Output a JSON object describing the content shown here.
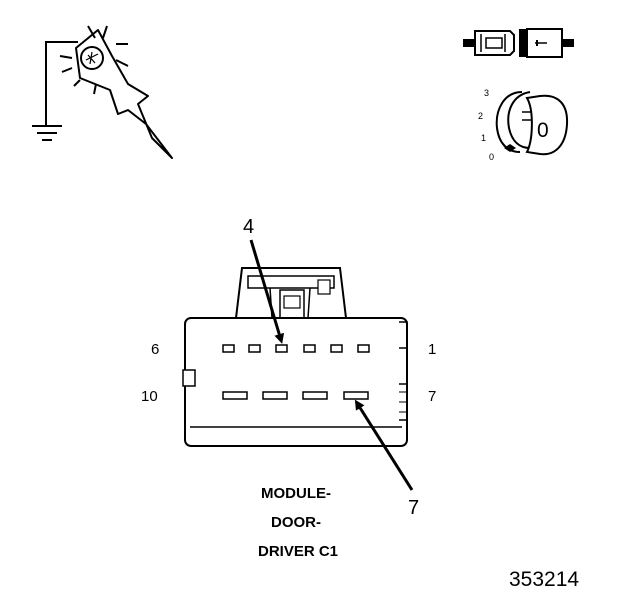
{
  "probe_symbol": {
    "icon": "test-light-probe-icon"
  },
  "connector_symbol": {
    "icon": "disconnected-connector-icon"
  },
  "ignition_symbol": {
    "icon": "ignition-key-icon",
    "positions": [
      "3",
      "2",
      "1",
      "0"
    ],
    "key_label": "0"
  },
  "connector": {
    "pin_labels": {
      "top_left": "6",
      "top_right": "1",
      "bottom_left": "10",
      "bottom_right": "7"
    },
    "callouts": [
      "4",
      "7"
    ],
    "caption": [
      "MODULE-",
      "DOOR-",
      "DRIVER C1"
    ]
  },
  "figure_id": "353214"
}
